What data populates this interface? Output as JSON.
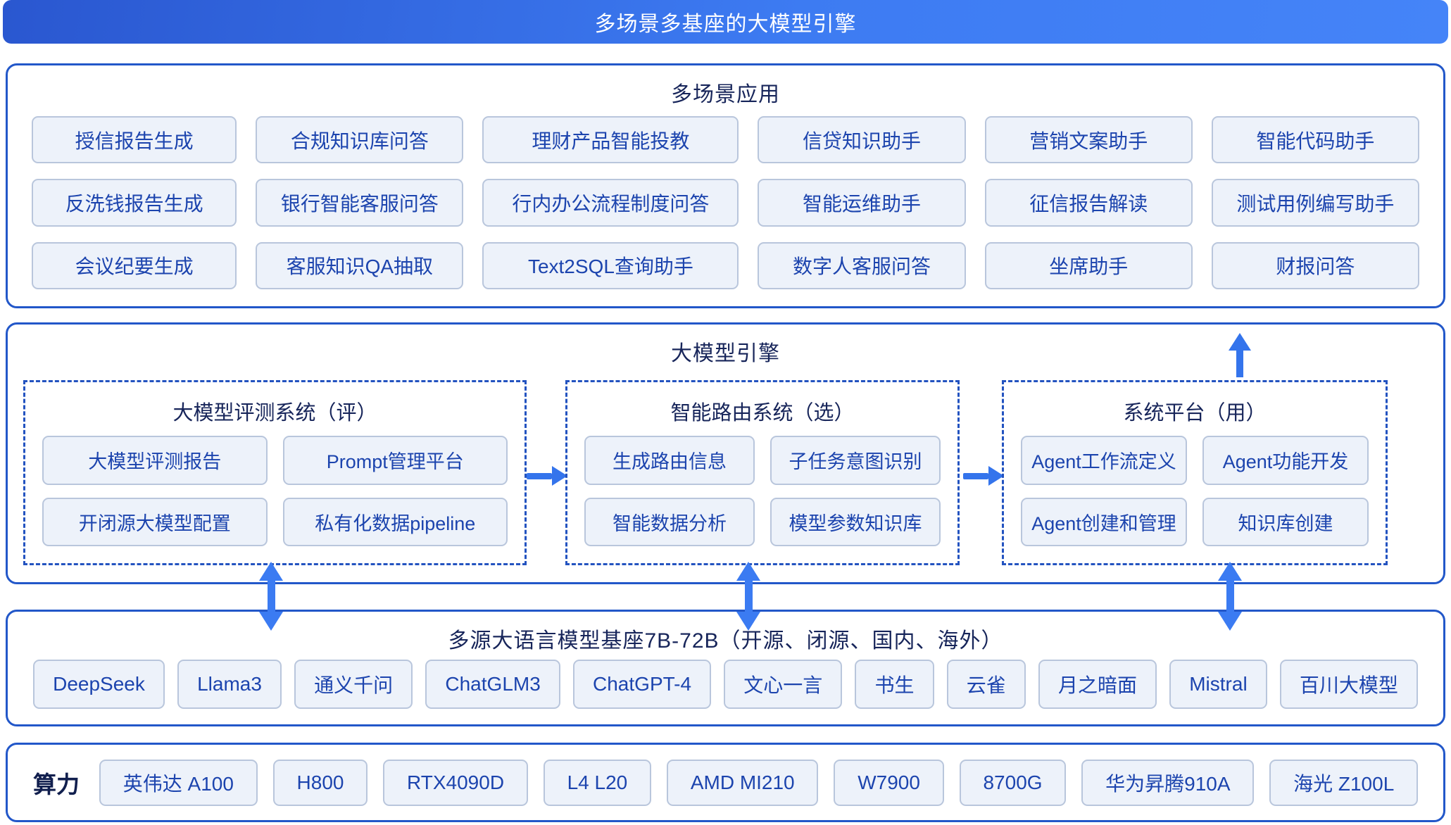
{
  "banner": {
    "title": "多场景多基座的大模型引擎"
  },
  "scenarios": {
    "title": "多场景应用",
    "items": [
      "授信报告生成",
      "合规知识库问答",
      "理财产品智能投教",
      "信贷知识助手",
      "营销文案助手",
      "智能代码助手",
      "反洗钱报告生成",
      "银行智能客服问答",
      "行内办公流程制度问答",
      "智能运维助手",
      "征信报告解读",
      "测试用例编写助手",
      "会议纪要生成",
      "客服知识QA抽取",
      "Text2SQL查询助手",
      "数字人客服问答",
      "坐席助手",
      "财报问答"
    ]
  },
  "engine": {
    "title": "大模型引擎",
    "modules": [
      {
        "title": "大模型评测系统（评）",
        "items": [
          "大模型评测报告",
          "Prompt管理平台",
          "开闭源大模型配置",
          "私有化数据pipeline"
        ]
      },
      {
        "title": "智能路由系统（选）",
        "items": [
          "生成路由信息",
          "子任务意图识别",
          "智能数据分析",
          "模型参数知识库"
        ]
      },
      {
        "title": "系统平台（用）",
        "items": [
          "Agent工作流定义",
          "Agent功能开发",
          "Agent创建和管理",
          "知识库创建"
        ]
      }
    ]
  },
  "foundation": {
    "title": "多源大语言模型基座7B-72B（开源、闭源、国内、海外）",
    "models": [
      "DeepSeek",
      "Llama3",
      "通义千问",
      "ChatGLM3",
      "ChatGPT-4",
      "文心一言",
      "书生",
      "云雀",
      "月之暗面",
      "Mistral",
      "百川大模型"
    ]
  },
  "compute": {
    "label": "算力",
    "items": [
      "英伟达 A100",
      "H800",
      "RTX4090D",
      "L4 L20",
      "AMD MI210",
      "W7900",
      "8700G",
      "华为昇腾910A",
      "海光 Z100L"
    ]
  },
  "colors": {
    "banner_gradient_start": "#2a57d0",
    "banner_gradient_end": "#4584f8",
    "section_border": "#2257c9",
    "dashed_border": "#2353c0",
    "chip_background": "#edf2fa",
    "chip_border": "#b9c6dc",
    "chip_text": "#1c44ae",
    "title_text": "#17255a",
    "arrow": "#3474ec"
  }
}
